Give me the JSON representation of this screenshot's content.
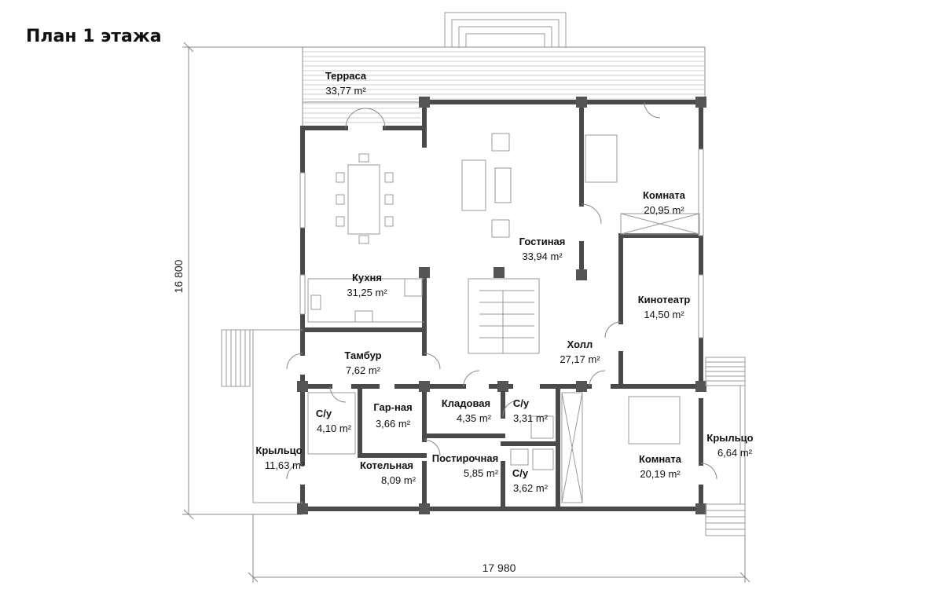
{
  "title": "План 1 этажа",
  "dimensions": {
    "width": "17 980",
    "height": "16 800"
  },
  "rooms": [
    {
      "name": "Терраса",
      "area": "33,77 m²"
    },
    {
      "name": "Гостиная",
      "area": "33,94 m²"
    },
    {
      "name": "Комната",
      "area": "20,95 m²"
    },
    {
      "name": "Кухня",
      "area": "31,25 m²"
    },
    {
      "name": "Кинотеатр",
      "area": "14,50 m²"
    },
    {
      "name": "Тамбур",
      "area": "7,62 m²"
    },
    {
      "name": "Холл",
      "area": "27,17 m²"
    },
    {
      "name": "С/у",
      "area": "4,10 m²"
    },
    {
      "name": "Гар-ная",
      "area": "3,66 m²"
    },
    {
      "name": "Кладовая",
      "area": "4,35 m²"
    },
    {
      "name": "С/у",
      "area": "3,31 m²"
    },
    {
      "name": "Крыльцо",
      "area": "11,63 m²"
    },
    {
      "name": "Котельная",
      "area": "8,09 m²"
    },
    {
      "name": "Постирочная",
      "area": "5,85 m²"
    },
    {
      "name": "С/у",
      "area": "3,62 m²"
    },
    {
      "name": "Комната",
      "area": "20,19 m²"
    },
    {
      "name": "Крыльцо",
      "area": "6,64 m²"
    }
  ]
}
